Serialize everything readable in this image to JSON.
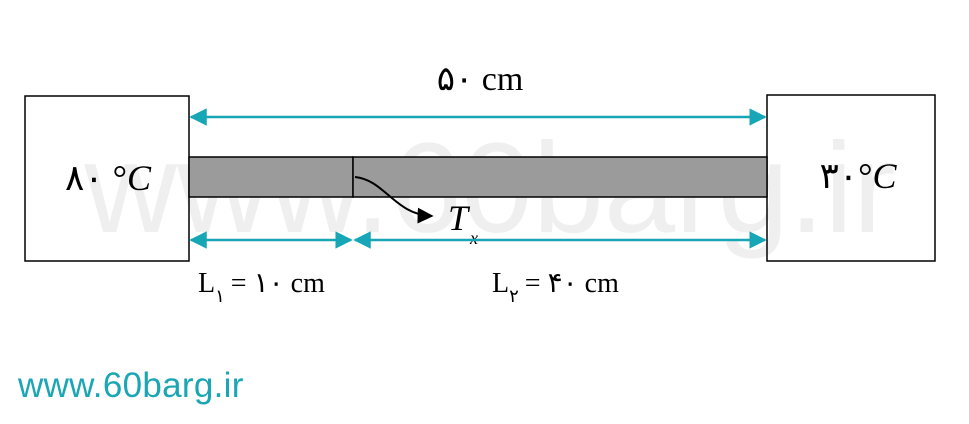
{
  "watermark_text": "www.60barg.ir",
  "footer": {
    "website": "www.60barg.ir"
  },
  "colors": {
    "arrow": "#16a6b6",
    "rod_fill": "#9b9b9b",
    "outline": "#000000",
    "watermark": "#efefef",
    "site_text": "#1aa6b4"
  },
  "diagram": {
    "total_length_label": "۵۰ cm",
    "left_temp": {
      "value": "۸۰ °",
      "unit": "C"
    },
    "right_temp": {
      "value": "۳۰°",
      "unit": "C"
    },
    "junction_label": {
      "symbol": "T",
      "subscript": "x"
    },
    "segment1": {
      "name": "L",
      "sub": "۱",
      "rest": "=  ۱۰ cm"
    },
    "segment2": {
      "name": "L",
      "sub": "۲",
      "rest": "= ۴۰ cm"
    }
  }
}
